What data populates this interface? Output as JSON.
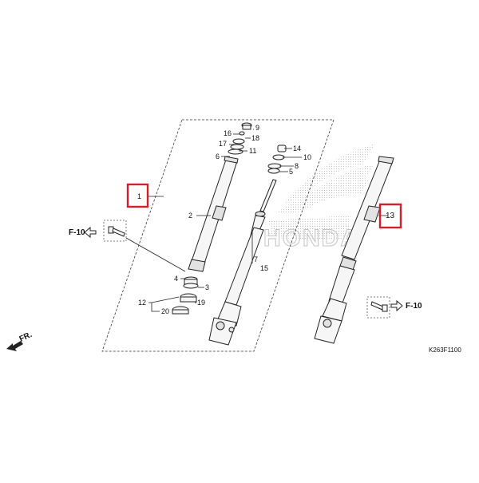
{
  "diagram": {
    "code": "K263F1100",
    "ref_left": "F-10",
    "ref_right": "F-10",
    "front_label": "FR.",
    "watermark_text": "HONDA",
    "highlight_color": "#d0202a",
    "part_numbers": {
      "p1": "1",
      "p2": "2",
      "p3": "3",
      "p4": "4",
      "p5": "5",
      "p6": "6",
      "p7": "7",
      "p8": "8",
      "p9": "9",
      "p10": "10",
      "p11": "11",
      "p12": "12",
      "p13": "13",
      "p14": "14",
      "p15": "15",
      "p16": "16",
      "p17": "17",
      "p18": "18",
      "p19": "19",
      "p20": "20"
    }
  }
}
